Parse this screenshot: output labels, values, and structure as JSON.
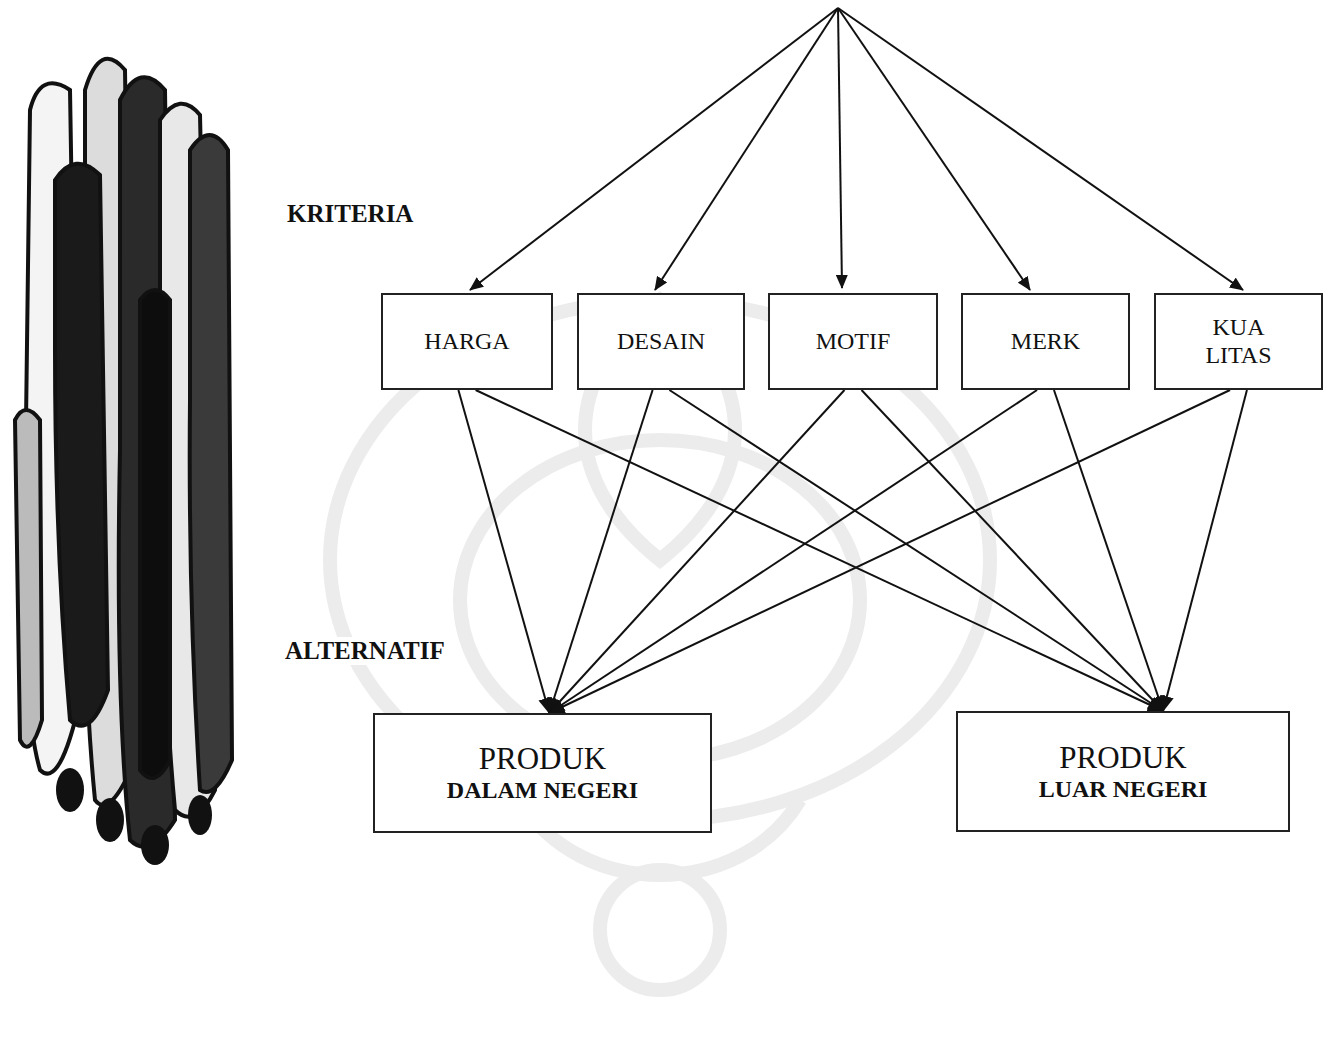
{
  "diagram": {
    "nodes": [
      {
        "text": [
          "HARGA"
        ]
      },
      {
        "text": [
          "DESAIN"
        ]
      },
      {
        "text": [
          "MOTIF"
        ]
      },
      {
        "text": [
          "MERK"
        ]
      },
      {
        "text": [
          "KUA LITAS"
        ]
      },
      {
        "text": [
          "PRODUK",
          "DALAM NEGERI"
        ]
      },
      {
        "text": [
          "PRODUK",
          "LUAR NEGERI"
        ]
      }
    ],
    "edges": [
      {
        "from": 0,
        "to": 5,
        "arrow": "to"
      },
      {
        "from": 0,
        "to": 6,
        "arrow": "to"
      },
      {
        "from": 1,
        "to": 5,
        "arrow": "to"
      },
      {
        "from": 1,
        "to": 6,
        "arrow": "to"
      },
      {
        "from": 2,
        "to": 5,
        "arrow": "to"
      },
      {
        "from": 2,
        "to": 6,
        "arrow": "to"
      },
      {
        "from": 3,
        "to": 5,
        "arrow": "to"
      },
      {
        "from": 3,
        "to": 6,
        "arrow": "to"
      },
      {
        "from": 4,
        "to": 5,
        "arrow": "to"
      },
      {
        "from": 4,
        "to": 6,
        "arrow": "to"
      }
    ],
    "labels": [
      "KRITERIA",
      "ALTERNATIF"
    ]
  }
}
